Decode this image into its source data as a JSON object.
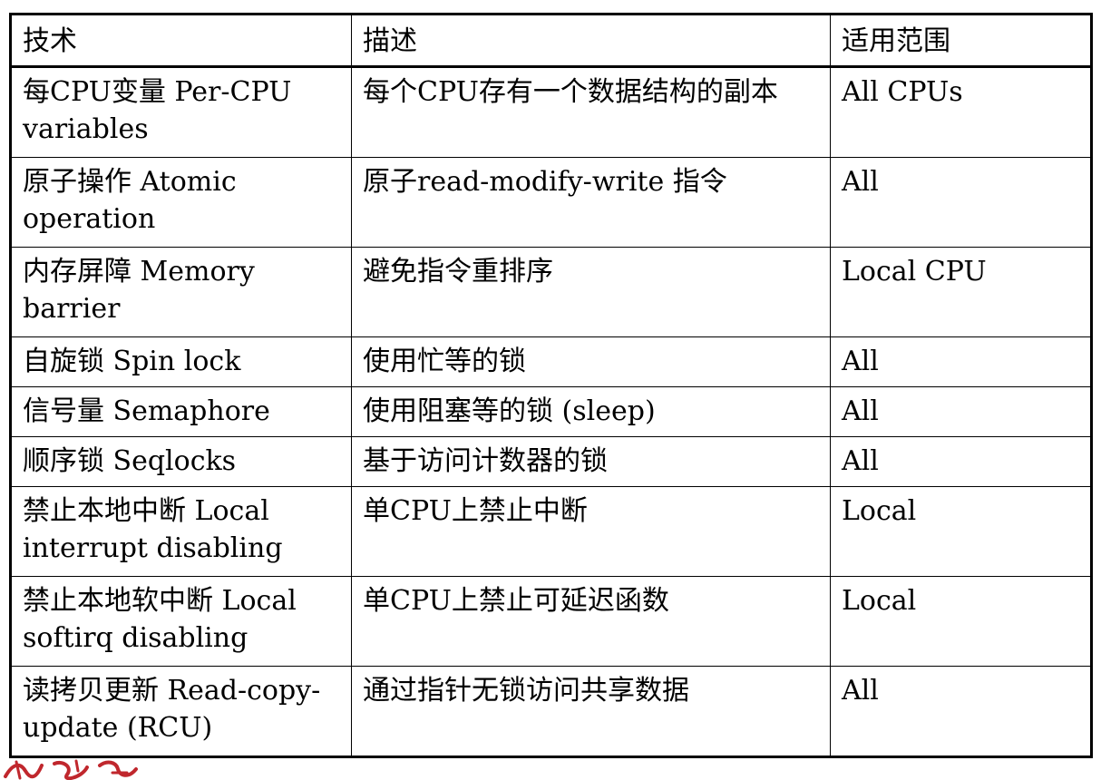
{
  "table": {
    "headers": [
      "技术",
      "描述",
      "适用范围"
    ],
    "rows": [
      {
        "tech": "每CPU变量 Per-CPU variables",
        "desc": "每个CPU存有一个数据结构的副本",
        "scope": "All CPUs",
        "highlight": true
      },
      {
        "tech": "原子操作 Atomic operation",
        "desc": "原子read-modify-write 指令",
        "scope": "All",
        "highlight": false
      },
      {
        "tech": "内存屏障 Memory barrier",
        "desc": "避免指令重排序",
        "scope": "Local CPU",
        "highlight": false
      },
      {
        "tech": "自旋锁 Spin lock",
        "desc": "使用忙等的锁",
        "scope": "All",
        "highlight": false
      },
      {
        "tech": "信号量 Semaphore",
        "desc": "使用阻塞等的锁 (sleep)",
        "scope": "All",
        "highlight": false
      },
      {
        "tech": "顺序锁 Seqlocks",
        "desc": "基于访问计数器的锁",
        "scope": "All",
        "highlight": true
      },
      {
        "tech": "禁止本地中断 Local interrupt disabling",
        "desc": "单CPU上禁止中断",
        "scope": "Local",
        "highlight": false
      },
      {
        "tech": "禁止本地软中断 Local softirq disabling",
        "desc": "单CPU上禁止可延迟函数",
        "scope": "Local",
        "highlight": false
      },
      {
        "tech": "读拷贝更新 Read-copy-update (RCU)",
        "desc": "通过指针无锁访问共享数据",
        "scope": "All",
        "highlight": true
      }
    ]
  },
  "colors": {
    "highlight_text": "#1f38d6",
    "border": "#000000",
    "watermark": "#c0272d"
  },
  "watermark_icon": "red-calligraphy-seal-icon"
}
